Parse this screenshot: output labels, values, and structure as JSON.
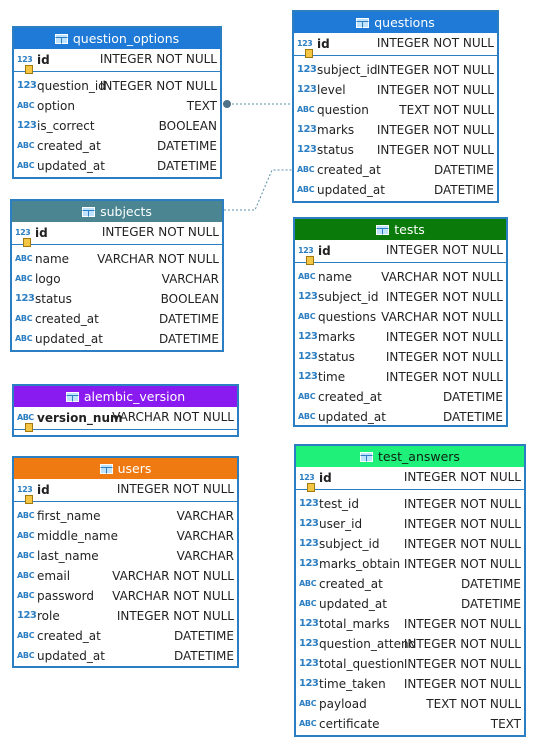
{
  "colors": {
    "question_options": "#1e7ad6",
    "questions": "#1e7ad6",
    "subjects": "#4a8591",
    "tests": "#0a7a0a",
    "alembic_version": "#8a1bf0",
    "users": "#f07a12",
    "test_answers": "#1ef07a",
    "border": "#2b7ec1",
    "connector": "#5a8fa8"
  },
  "tables": {
    "question_options": {
      "title": "question_options",
      "pk": {
        "icon": "key-number-icon",
        "name": "id",
        "type": "INTEGER NOT NULL"
      },
      "columns": [
        {
          "icon": "number-icon",
          "name": "question_id",
          "type": "INTEGER NOT NULL"
        },
        {
          "icon": "text-icon",
          "name": "option",
          "type": "TEXT"
        },
        {
          "icon": "number-icon",
          "name": "is_correct",
          "type": "BOOLEAN"
        },
        {
          "icon": "text-icon",
          "name": "created_at",
          "type": "DATETIME"
        },
        {
          "icon": "text-icon",
          "name": "updated_at",
          "type": "DATETIME"
        }
      ]
    },
    "questions": {
      "title": "questions",
      "pk": {
        "icon": "key-number-icon",
        "name": "id",
        "type": "INTEGER NOT NULL"
      },
      "columns": [
        {
          "icon": "number-icon",
          "name": "subject_id",
          "type": "INTEGER NOT NULL"
        },
        {
          "icon": "number-icon",
          "name": "level",
          "type": "INTEGER NOT NULL"
        },
        {
          "icon": "text-icon",
          "name": "question",
          "type": "TEXT NOT NULL"
        },
        {
          "icon": "number-icon",
          "name": "marks",
          "type": "INTEGER NOT NULL"
        },
        {
          "icon": "number-icon",
          "name": "status",
          "type": "INTEGER NOT NULL"
        },
        {
          "icon": "text-icon",
          "name": "created_at",
          "type": "DATETIME"
        },
        {
          "icon": "text-icon",
          "name": "updated_at",
          "type": "DATETIME"
        }
      ]
    },
    "subjects": {
      "title": "subjects",
      "pk": {
        "icon": "key-number-icon",
        "name": "id",
        "type": "INTEGER NOT NULL"
      },
      "columns": [
        {
          "icon": "text-icon",
          "name": "name",
          "type": "VARCHAR NOT NULL"
        },
        {
          "icon": "text-icon",
          "name": "logo",
          "type": "VARCHAR"
        },
        {
          "icon": "number-icon",
          "name": "status",
          "type": "BOOLEAN"
        },
        {
          "icon": "text-icon",
          "name": "created_at",
          "type": "DATETIME"
        },
        {
          "icon": "text-icon",
          "name": "updated_at",
          "type": "DATETIME"
        }
      ]
    },
    "tests": {
      "title": "tests",
      "pk": {
        "icon": "key-number-icon",
        "name": "id",
        "type": "INTEGER NOT NULL"
      },
      "columns": [
        {
          "icon": "text-icon",
          "name": "name",
          "type": "VARCHAR NOT NULL"
        },
        {
          "icon": "number-icon",
          "name": "subject_id",
          "type": "INTEGER NOT NULL"
        },
        {
          "icon": "text-icon",
          "name": "questions",
          "type": "VARCHAR NOT NULL"
        },
        {
          "icon": "number-icon",
          "name": "marks",
          "type": "INTEGER NOT NULL"
        },
        {
          "icon": "number-icon",
          "name": "status",
          "type": "INTEGER NOT NULL"
        },
        {
          "icon": "number-icon",
          "name": "time",
          "type": "INTEGER NOT NULL"
        },
        {
          "icon": "text-icon",
          "name": "created_at",
          "type": "DATETIME"
        },
        {
          "icon": "text-icon",
          "name": "updated_at",
          "type": "DATETIME"
        }
      ]
    },
    "alembic_version": {
      "title": "alembic_version",
      "pk": {
        "icon": "key-text-icon",
        "name": "version_num",
        "type": "VARCHAR NOT NULL"
      },
      "columns": []
    },
    "users": {
      "title": "users",
      "pk": {
        "icon": "key-number-icon",
        "name": "id",
        "type": "INTEGER NOT NULL"
      },
      "columns": [
        {
          "icon": "text-icon",
          "name": "first_name",
          "type": "VARCHAR"
        },
        {
          "icon": "text-icon",
          "name": "middle_name",
          "type": "VARCHAR"
        },
        {
          "icon": "text-icon",
          "name": "last_name",
          "type": "VARCHAR"
        },
        {
          "icon": "text-icon",
          "name": "email",
          "type": "VARCHAR NOT NULL"
        },
        {
          "icon": "text-icon",
          "name": "password",
          "type": "VARCHAR NOT NULL"
        },
        {
          "icon": "number-icon",
          "name": "role",
          "type": "INTEGER NOT NULL"
        },
        {
          "icon": "text-icon",
          "name": "created_at",
          "type": "DATETIME"
        },
        {
          "icon": "text-icon",
          "name": "updated_at",
          "type": "DATETIME"
        }
      ]
    },
    "test_answers": {
      "title": "test_answers",
      "pk": {
        "icon": "key-number-icon",
        "name": "id",
        "type": "INTEGER NOT NULL"
      },
      "columns": [
        {
          "icon": "number-icon",
          "name": "test_id",
          "type": "INTEGER NOT NULL"
        },
        {
          "icon": "number-icon",
          "name": "user_id",
          "type": "INTEGER NOT NULL"
        },
        {
          "icon": "number-icon",
          "name": "subject_id",
          "type": "INTEGER NOT NULL"
        },
        {
          "icon": "number-icon",
          "name": "marks_obtain",
          "type": "INTEGER NOT NULL"
        },
        {
          "icon": "text-icon",
          "name": "created_at",
          "type": "DATETIME"
        },
        {
          "icon": "text-icon",
          "name": "updated_at",
          "type": "DATETIME"
        },
        {
          "icon": "number-icon",
          "name": "total_marks",
          "type": "INTEGER NOT NULL"
        },
        {
          "icon": "number-icon",
          "name": "question_attend",
          "type": "INTEGER NOT NULL"
        },
        {
          "icon": "number-icon",
          "name": "total_question",
          "type": "INTEGER NOT NULL"
        },
        {
          "icon": "number-icon",
          "name": "time_taken",
          "type": "INTEGER NOT NULL"
        },
        {
          "icon": "text-icon",
          "name": "payload",
          "type": "TEXT NOT NULL"
        },
        {
          "icon": "text-icon",
          "name": "certificate",
          "type": "TEXT"
        }
      ]
    }
  }
}
